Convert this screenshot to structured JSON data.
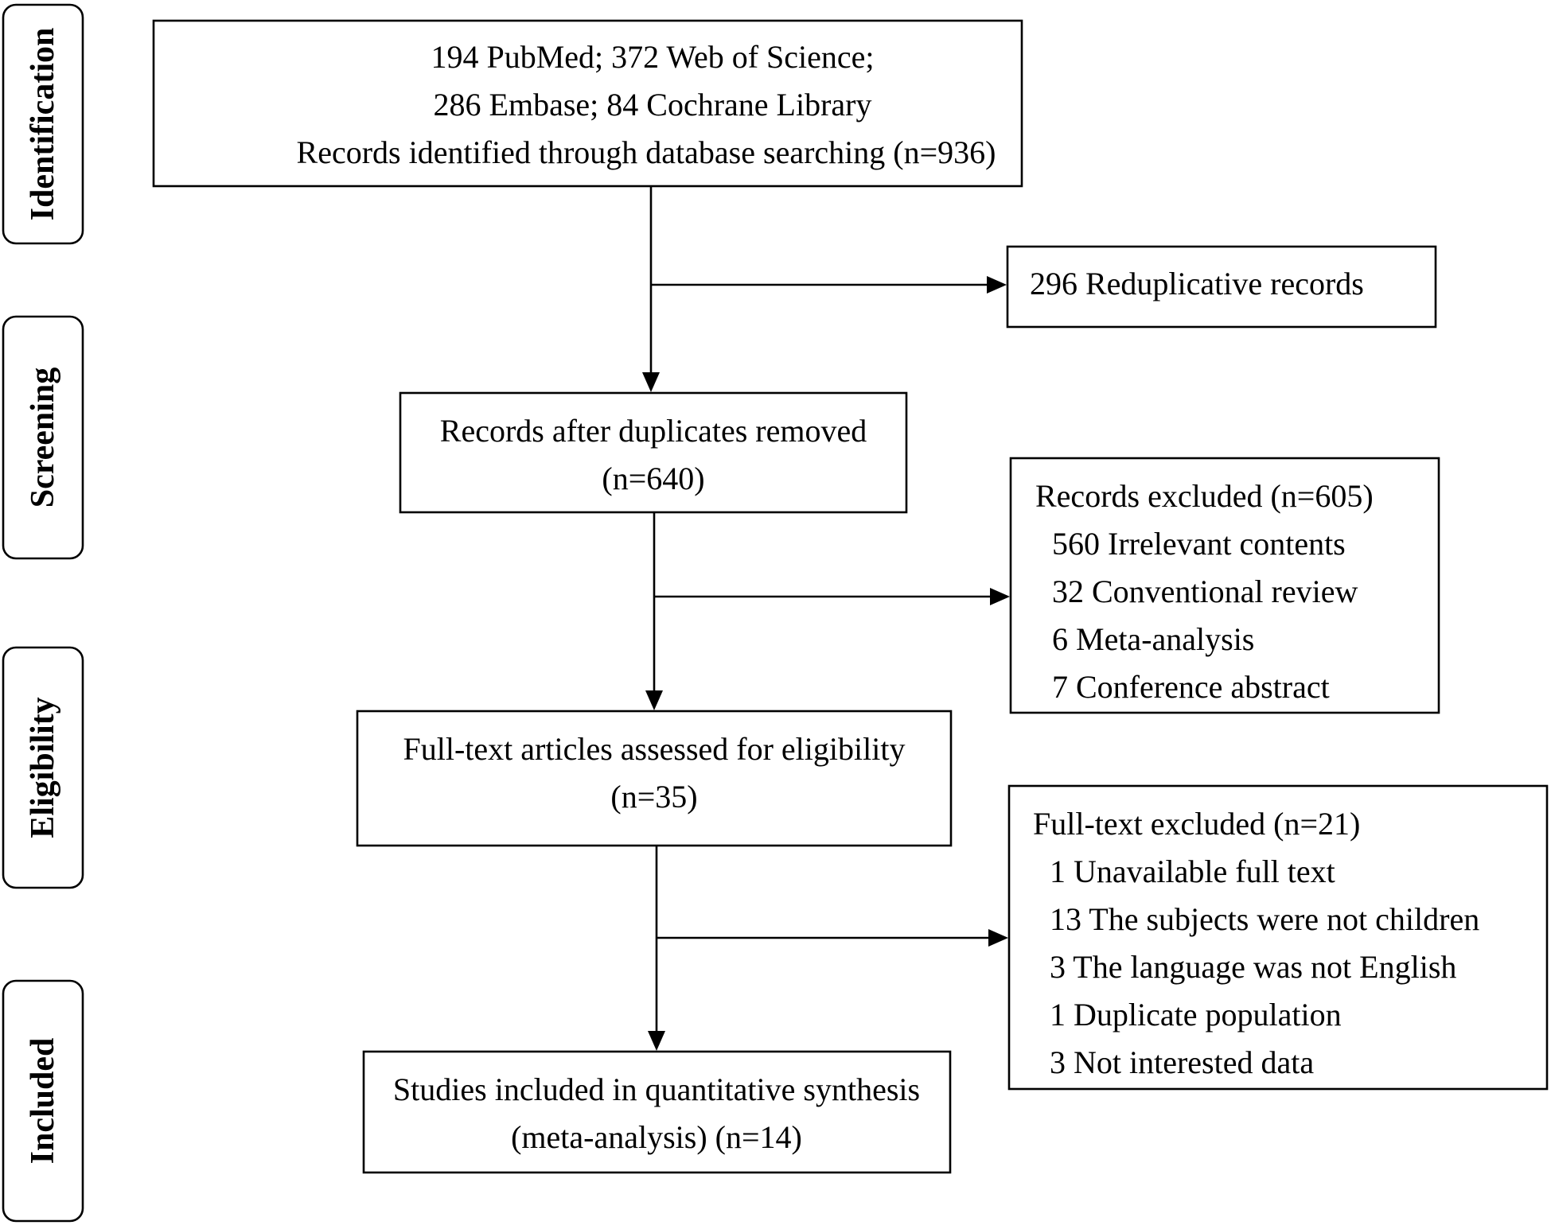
{
  "stages": {
    "identification": "Identification",
    "screening": "Screening",
    "eligibility": "Eligibility",
    "included": "Included"
  },
  "boxes": {
    "identification": {
      "lines": [
        "194 PubMed; 372 Web of Science;",
        "286 Embase; 84 Cochrane Library",
        "Records identified through database searching (n=936)"
      ]
    },
    "duplicates": {
      "lines": [
        "296 Reduplicative records"
      ]
    },
    "screening": {
      "lines": [
        "Records after duplicates removed",
        "(n=640)"
      ]
    },
    "records_excluded": {
      "lines": [
        "Records excluded (n=605)",
        "560 Irrelevant contents",
        "32 Conventional review",
        "6 Meta-analysis",
        "7 Conference abstract"
      ]
    },
    "eligibility": {
      "lines": [
        "Full-text articles assessed for eligibility",
        "(n=35)"
      ]
    },
    "fulltext_excluded": {
      "lines": [
        "Full-text excluded (n=21)",
        "1 Unavailable full text",
        "13 The subjects were not children",
        "3 The language was not English",
        "1 Duplicate population",
        "3 Not interested data"
      ]
    },
    "included": {
      "lines": [
        "Studies included in quantitative synthesis",
        "(meta-analysis) (n=14)"
      ]
    }
  },
  "colors": {
    "stroke": "#000000",
    "background": "#ffffff",
    "text": "#000000"
  }
}
